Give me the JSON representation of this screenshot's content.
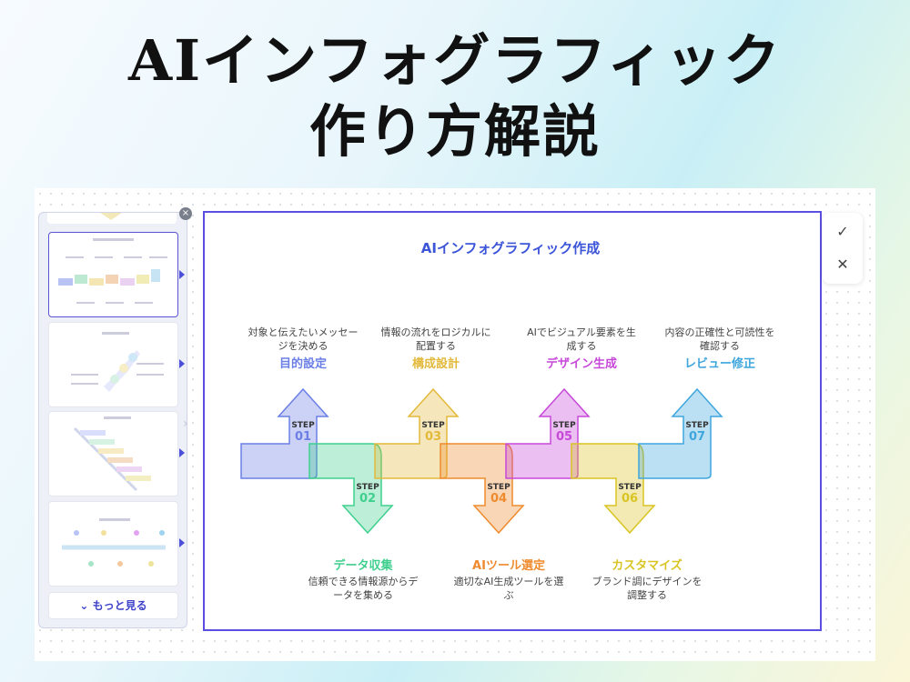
{
  "page": {
    "title_line1": "AIインフォグラフィック",
    "title_line2": "作り方解説"
  },
  "panel": {
    "more_button": "⌄ もっと見る"
  },
  "infographic": {
    "title": "AIインフォグラフィック作成",
    "steps": [
      {
        "step": "STEP",
        "num": "01",
        "label": "目的設定",
        "desc_l1": "対象と伝えたいメッセー",
        "desc_l2": "ジを決める",
        "color": "#6b7fe6"
      },
      {
        "step": "STEP",
        "num": "02",
        "label": "データ収集",
        "desc_l1": "信頼できる情報源からデ",
        "desc_l2": "ータを集める",
        "color": "#3fcf8e"
      },
      {
        "step": "STEP",
        "num": "03",
        "label": "構成設計",
        "desc_l1": "情報の流れをロジカルに",
        "desc_l2": "配置する",
        "color": "#e2b93b"
      },
      {
        "step": "STEP",
        "num": "04",
        "label": "AIツール選定",
        "desc_l1": "適切なAI生成ツールを選",
        "desc_l2": "ぶ",
        "color": "#ee8b2e"
      },
      {
        "step": "STEP",
        "num": "05",
        "label": "デザイン生成",
        "desc_l1": "AIでビジュアル要素を生",
        "desc_l2": "成する",
        "color": "#c748d9"
      },
      {
        "step": "STEP",
        "num": "06",
        "label": "カスタマイズ",
        "desc_l1": "ブランド調にデザインを",
        "desc_l2": "調整する",
        "color": "#d9c423"
      },
      {
        "step": "STEP",
        "num": "07",
        "label": "レビュー修正",
        "desc_l1": "内容の正確性と可読性を",
        "desc_l2": "確認する",
        "color": "#3ea6dd"
      }
    ]
  },
  "tools": {
    "confirm_icon": "✓",
    "cancel_icon": "✕",
    "close_icon": "×"
  }
}
